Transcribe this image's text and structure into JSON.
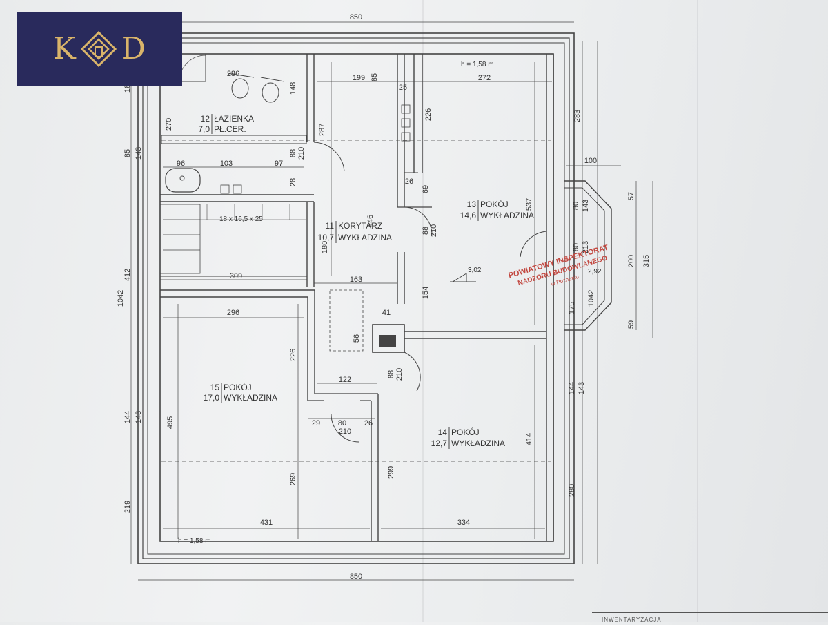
{
  "logo": {
    "left_letter": "K",
    "right_letter": "D",
    "mark_icon": "house-diamond-icon",
    "color": "#d9b46a",
    "background": "#292a5c"
  },
  "rooms": [
    {
      "number": "12",
      "area": "7,0",
      "name": "ŁAZIENKA",
      "finish": "PŁ.CER."
    },
    {
      "number": "11",
      "area": "10,7",
      "name": "KORYTARZ",
      "finish": "WYKŁADZINA"
    },
    {
      "number": "13",
      "area": "14,6",
      "name": "POKÓJ",
      "finish": "WYKŁADZINA"
    },
    {
      "number": "15",
      "area": "17,0",
      "name": "POKÓJ",
      "finish": "WYKŁADZINA"
    },
    {
      "number": "14",
      "area": "12,7",
      "name": "POKÓJ",
      "finish": "WYKŁADZINA"
    }
  ],
  "labels": {
    "h_top": "h = 1,58 m",
    "h_bottom": "h = 1,58 m",
    "stairs": "18 x 16,5 x 25",
    "level_302": "3,02",
    "level_292": "2,92"
  },
  "dims": {
    "top_overall": "850",
    "bottom_overall": "850",
    "left_overall": "1042",
    "right_overall": "1042",
    "d286": "286",
    "d199": "199",
    "d85a": "85",
    "d25": "25",
    "d272": "272",
    "d148": "148",
    "d270": "270",
    "d287": "287",
    "d226a": "226",
    "d96": "96",
    "d103": "103",
    "d97": "97",
    "d88a": "88",
    "d210a": "210",
    "d28": "28",
    "d26a": "26",
    "d69": "69",
    "d446": "446",
    "d537": "537",
    "d88b": "88",
    "d210b": "210",
    "d180": "180",
    "d309": "309",
    "d163": "163",
    "d154": "154",
    "d296": "296",
    "d41": "41",
    "d56": "56",
    "d226b": "226",
    "d88c": "88",
    "d210c": "210",
    "d122": "122",
    "d29": "29",
    "d80": "80",
    "d26b": "26",
    "d210d": "210",
    "d495": "495",
    "d269": "269",
    "d299": "299",
    "d414": "414",
    "d431": "431",
    "d334": "334",
    "l18": "18",
    "l85": "85",
    "l143a": "143",
    "l412": "412",
    "l144": "144",
    "l143b": "143",
    "l219": "219",
    "r283": "283",
    "r100": "100",
    "r80a": "80",
    "r143a": "143",
    "r80b": "80",
    "r213": "213",
    "r175": "175",
    "r144": "144",
    "r143b": "143",
    "r280": "280",
    "r57": "57",
    "r200": "200",
    "r315": "315",
    "r59": "59"
  },
  "stamp": {
    "line1": "POWIATOWY INSPEKTORAT",
    "line2": "NADZORU BUDOWLANEGO",
    "line3": "w Poznaniu",
    "color": "#c2473f"
  },
  "footer": {
    "text": "INWENTARYZACJA"
  }
}
